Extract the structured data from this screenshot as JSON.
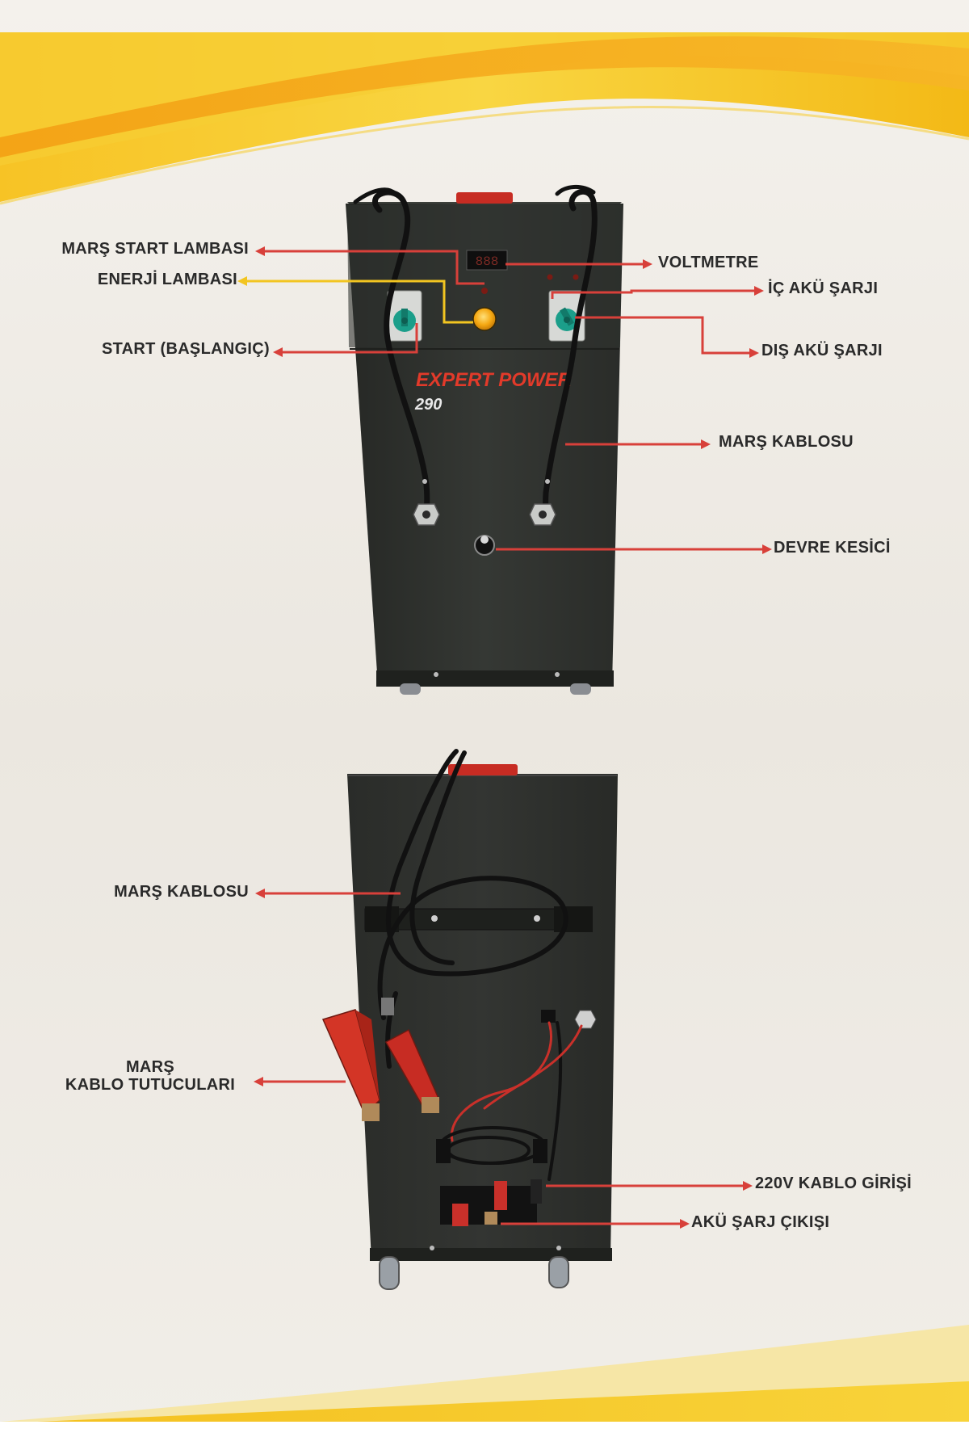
{
  "brand": {
    "name": "EXPERT POWER",
    "model": "290",
    "display_reading": "888"
  },
  "front_view": {
    "labels": {
      "start_lamp": "MARŞ START LAMBASI",
      "energy_lamp": "ENERJİ LAMBASI",
      "start_switch": "START (BAŞLANGIÇ)",
      "voltmeter": "VOLTMETRE",
      "internal_charge": "İÇ AKÜ ŞARJI",
      "external_charge": "DIŞ AKÜ ŞARJI",
      "start_cable": "MARŞ KABLOSU",
      "circuit_breaker": "DEVRE KESİCİ"
    }
  },
  "back_view": {
    "labels": {
      "start_cable": "MARŞ KABLOSU",
      "clamp_holders_line1": "MARŞ",
      "clamp_holders_line2": "KABLO TUTUCULARI",
      "power_inlet": "220V KABLO GİRİŞİ",
      "charge_output": "AKÜ ŞARJ ÇIKIŞI"
    }
  },
  "colors": {
    "yellow": "#f5c518",
    "orange": "#f2a20f",
    "background": "#efebe4",
    "cabinet": "#2e302d",
    "brand_red": "#e23a2a",
    "leader_red": "#d8403a",
    "leader_yellow": "#f2c521",
    "knob_green": "#1b9e8a",
    "lamp_amber": "#f5a812"
  },
  "icons": [
    "rotary-switch-icon",
    "indicator-lamp-icon",
    "battery-clamp-icon",
    "wheel-icon",
    "cable-icon"
  ]
}
